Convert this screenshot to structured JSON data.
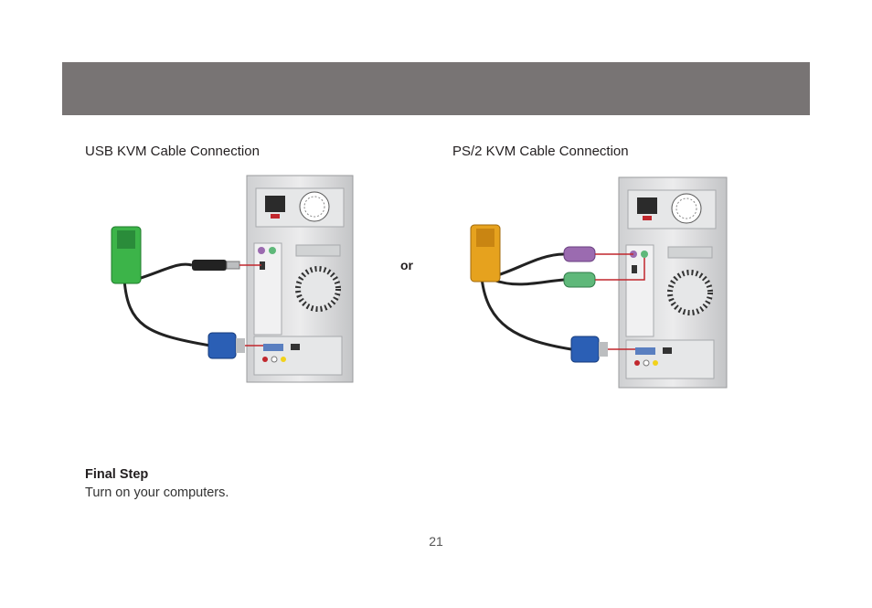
{
  "header": {
    "color": "#787474"
  },
  "diagrams": {
    "usb": {
      "caption": "USB KVM Cable Connection",
      "connector_color": "#3cb449"
    },
    "ps2": {
      "caption": "PS/2 KVM Cable Connection",
      "connector_color": "#e6a21e",
      "mouse_color": "#9b6bb0",
      "keyboard_color": "#5fb87a"
    },
    "separator": "or"
  },
  "final_step": {
    "title": "Final Step",
    "text": "Turn on your computers."
  },
  "page_number": "21"
}
